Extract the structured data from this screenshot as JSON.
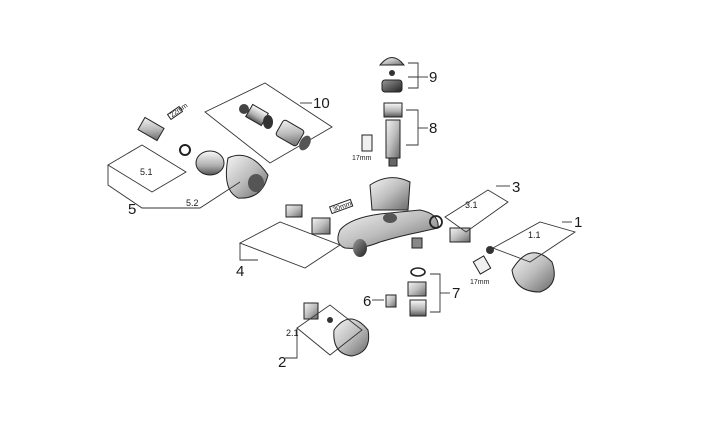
{
  "diagram": {
    "labels": {
      "l1": "1",
      "l1_1": "1.1",
      "l2": "2",
      "l2_1": "2.1",
      "l3": "3",
      "l3_1": "3.1",
      "l4": "4",
      "l5": "5",
      "l5_1": "5.1",
      "l5_2": "5.2",
      "l6": "6",
      "l7": "7",
      "l8": "8",
      "l9": "9",
      "l10": "10",
      "wrench_17a": "17mm",
      "wrench_17b": "17mm",
      "wrench_22": "22mm",
      "wrench_30": "30mm"
    }
  }
}
